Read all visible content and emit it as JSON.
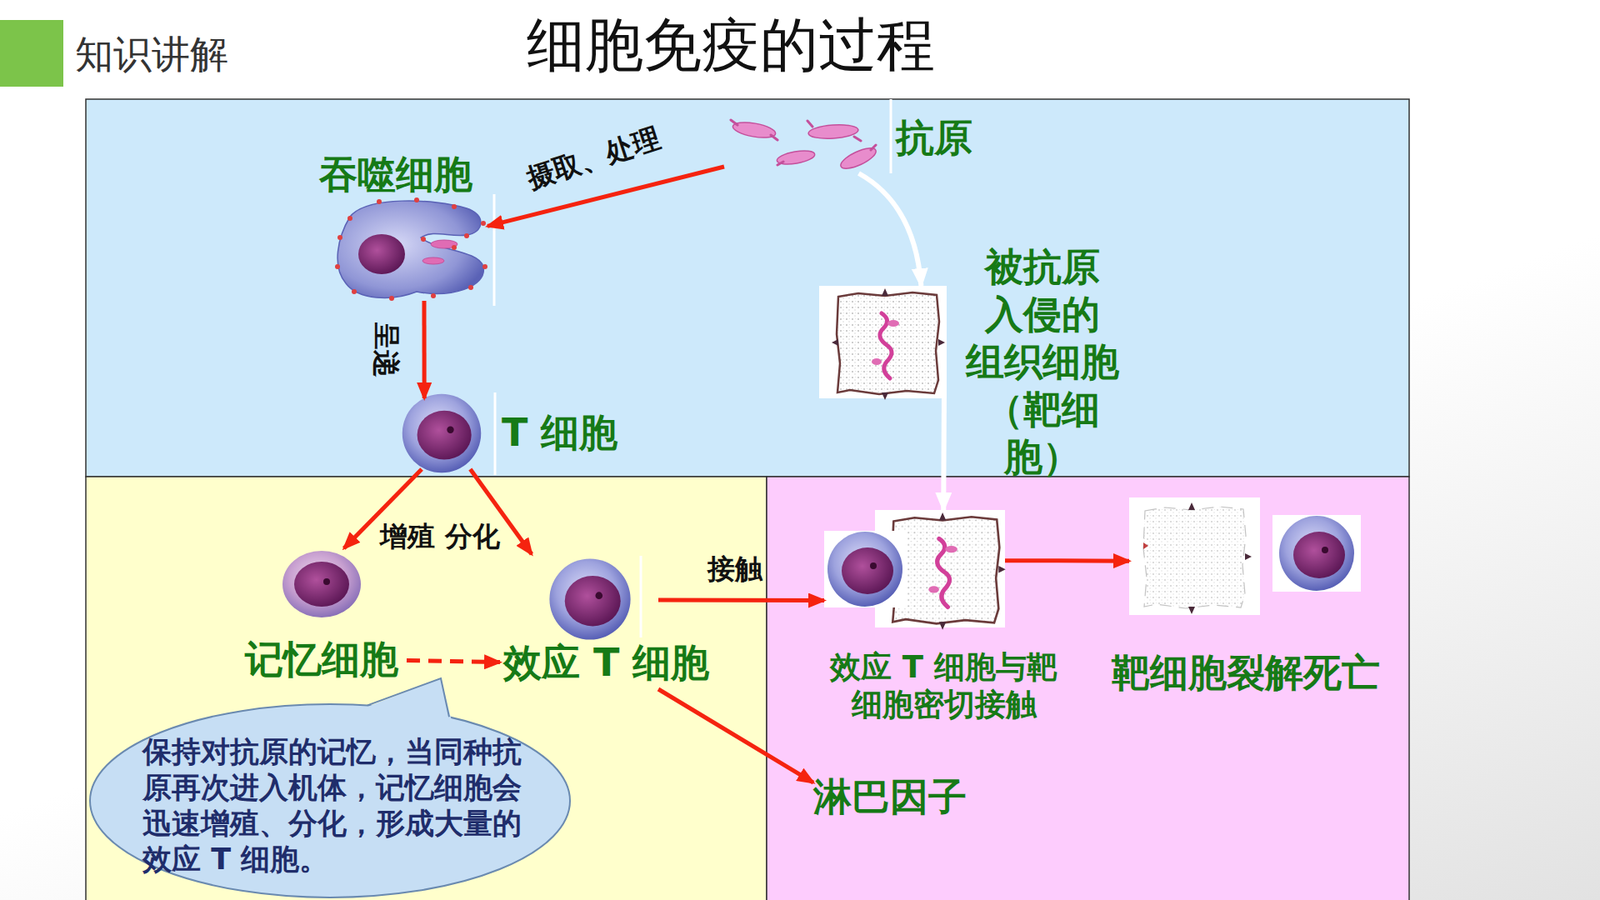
{
  "diagram": {
    "title": "细胞免疫的过程",
    "nodes": [
      {
        "text": [
          "抗原"
        ]
      },
      {
        "text": [
          "吞噬细胞"
        ]
      },
      {
        "text": [
          "被抗原 入侵的 组织细胞 （靶细 胞）"
        ]
      },
      {
        "text": [
          "T 细胞"
        ]
      },
      {
        "text": [
          "记忆细胞"
        ]
      },
      {
        "text": [
          "效应 T 细胞"
        ]
      },
      {
        "text": [
          "效应 T 细胞与靶 细胞密切接触"
        ]
      },
      {
        "text": [
          "靶细胞裂解死亡"
        ]
      },
      {
        "text": [
          "淋巴因子"
        ]
      },
      {
        "text": [
          "保持对抗原的记忆，当同种抗 原再次进入机体，记忆细胞会 迅速增殖、分化，形成大量的 效应 T 细胞。"
        ]
      }
    ],
    "edges": [
      {
        "from": 0,
        "to": 1,
        "label": "摄取、处理",
        "arrow": "to"
      },
      {
        "from": 0,
        "to": 2,
        "arrow": "to"
      },
      {
        "from": 1,
        "to": 3,
        "label": "呈递",
        "arrow": "to"
      },
      {
        "from": 3,
        "to": 4,
        "label": "增殖 分化",
        "arrow": "to"
      },
      {
        "from": 3,
        "to": 5,
        "arrow": "to"
      },
      {
        "from": 4,
        "to": 5,
        "arrow": "to"
      },
      {
        "from": 5,
        "to": 6,
        "label": "接触",
        "arrow": "to"
      },
      {
        "from": 2,
        "to": 6,
        "arrow": "to"
      },
      {
        "from": 6,
        "to": 7,
        "arrow": "to"
      },
      {
        "from": 5,
        "to": 8,
        "arrow": "to"
      }
    ],
    "labels": [
      "知识讲解"
    ]
  }
}
